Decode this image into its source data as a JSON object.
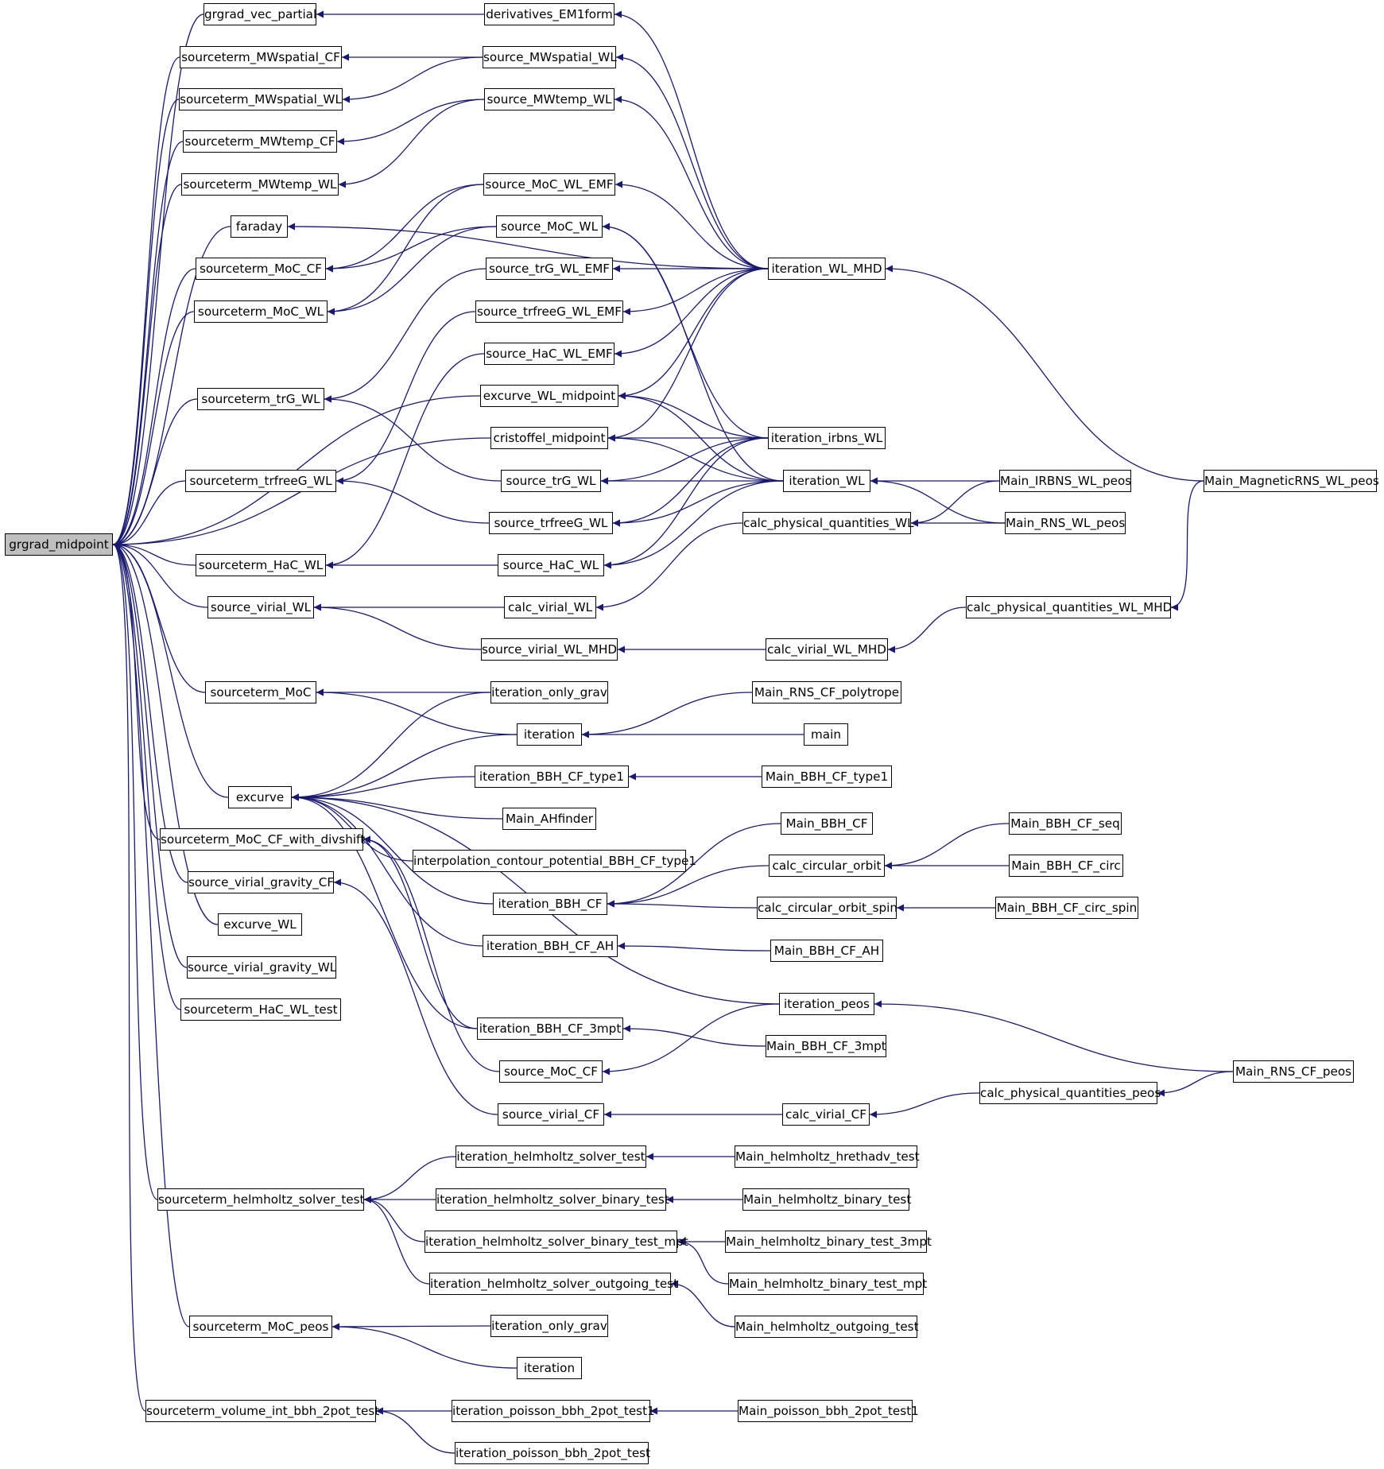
{
  "diagram": {
    "type": "call-graph",
    "direction": "right-to-left",
    "colors": {
      "edge": "#191970",
      "node_border": "#000000",
      "node_fill": "#ffffff",
      "root_fill": "#bfbfbf"
    },
    "nodes": {
      "grgrad_midpoint": "grgrad_midpoint",
      "grgrad_vec_partial": "grgrad_vec_partial",
      "sourceterm_MWspatial_CF": "sourceterm_MWspatial_CF",
      "sourceterm_MWspatial_WL": "sourceterm_MWspatial_WL",
      "sourceterm_MWtemp_CF": "sourceterm_MWtemp_CF",
      "sourceterm_MWtemp_WL": "sourceterm_MWtemp_WL",
      "faraday": "faraday",
      "sourceterm_MoC_CF": "sourceterm_MoC_CF",
      "sourceterm_MoC_WL": "sourceterm_MoC_WL",
      "sourceterm_trG_WL": "sourceterm_trG_WL",
      "sourceterm_trfreeG_WL": "sourceterm_trfreeG_WL",
      "sourceterm_HaC_WL": "sourceterm_HaC_WL",
      "source_virial_WL": "source_virial_WL",
      "sourceterm_MoC": "sourceterm_MoC",
      "excurve": "excurve",
      "sourceterm_MoC_CF_with_divshift": "sourceterm_MoC_CF_with_divshift",
      "source_virial_gravity_CF": "source_virial_gravity_CF",
      "excurve_WL": "excurve_WL",
      "source_virial_gravity_WL": "source_virial_gravity_WL",
      "sourceterm_HaC_WL_test": "sourceterm_HaC_WL_test",
      "sourceterm_helmholtz_solver_test": "sourceterm_helmholtz_solver_test",
      "sourceterm_MoC_peos": "sourceterm_MoC_peos",
      "sourceterm_volume_int_bbh_2pot_test": "sourceterm_volume_int_bbh_2pot_test",
      "derivatives_EM1form": "derivatives_EM1form",
      "source_MWspatial_WL": "source_MWspatial_WL",
      "source_MWtemp_WL": "source_MWtemp_WL",
      "source_MoC_WL_EMF": "source_MoC_WL_EMF",
      "source_MoC_WL": "source_MoC_WL",
      "source_trG_WL_EMF": "source_trG_WL_EMF",
      "source_trfreeG_WL_EMF": "source_trfreeG_WL_EMF",
      "source_HaC_WL_EMF": "source_HaC_WL_EMF",
      "excurve_WL_midpoint": "excurve_WL_midpoint",
      "cristoffel_midpoint": "cristoffel_midpoint",
      "source_trG_WL": "source_trG_WL",
      "source_trfreeG_WL": "source_trfreeG_WL",
      "source_HaC_WL": "source_HaC_WL",
      "calc_virial_WL": "calc_virial_WL",
      "source_virial_WL_MHD": "source_virial_WL_MHD",
      "iteration_only_grav": "iteration_only_grav",
      "iteration": "iteration",
      "iteration_BBH_CF_type1": "iteration_BBH_CF_type1",
      "Main_AHfinder": "Main_AHfinder",
      "interpolation_contour_potential_BBH_CF_type1": "interpolation_contour_potential_BBH_CF_type1",
      "iteration_BBH_CF": "iteration_BBH_CF",
      "iteration_BBH_CF_AH": "iteration_BBH_CF_AH",
      "iteration_BBH_CF_3mpt": "iteration_BBH_CF_3mpt",
      "source_MoC_CF": "source_MoC_CF",
      "source_virial_CF": "source_virial_CF",
      "iteration_helmholtz_solver_test": "iteration_helmholtz_solver_test",
      "iteration_helmholtz_solver_binary_test": "iteration_helmholtz_solver_binary_test",
      "iteration_helmholtz_solver_binary_test_mpt": "iteration_helmholtz_solver_binary_test_mpt",
      "iteration_helmholtz_solver_outgoing_test": "iteration_helmholtz_solver_outgoing_test",
      "iteration_only_grav_2": "iteration_only_grav",
      "iteration_2": "iteration",
      "iteration_poisson_bbh_2pot_test1": "iteration_poisson_bbh_2pot_test1",
      "iteration_poisson_bbh_2pot_test": "iteration_poisson_bbh_2pot_test",
      "iteration_WL_MHD": "iteration_WL_MHD",
      "iteration_irbns_WL": "iteration_irbns_WL",
      "iteration_WL": "iteration_WL",
      "calc_physical_quantities_WL": "calc_physical_quantities_WL",
      "calc_virial_WL_MHD": "calc_virial_WL_MHD",
      "Main_RNS_CF_polytrope": "Main_RNS_CF_polytrope",
      "main": "main",
      "Main_BBH_CF_type1": "Main_BBH_CF_type1",
      "Main_BBH_CF": "Main_BBH_CF",
      "calc_circular_orbit": "calc_circular_orbit",
      "calc_circular_orbit_spin": "calc_circular_orbit_spin",
      "Main_BBH_CF_AH": "Main_BBH_CF_AH",
      "iteration_peos": "iteration_peos",
      "Main_BBH_CF_3mpt": "Main_BBH_CF_3mpt",
      "calc_virial_CF": "calc_virial_CF",
      "Main_helmholtz_hrethadv_test": "Main_helmholtz_hrethadv_test",
      "Main_helmholtz_binary_test": "Main_helmholtz_binary_test",
      "Main_helmholtz_binary_test_3mpt": "Main_helmholtz_binary_test_3mpt",
      "Main_helmholtz_binary_test_mpt": "Main_helmholtz_binary_test_mpt",
      "Main_helmholtz_outgoing_test": "Main_helmholtz_outgoing_test",
      "Main_poisson_bbh_2pot_test1": "Main_poisson_bbh_2pot_test1",
      "Main_IRBNS_WL_peos": "Main_IRBNS_WL_peos",
      "Main_RNS_WL_peos": "Main_RNS_WL_peos",
      "Main_BBH_CF_seq": "Main_BBH_CF_seq",
      "Main_BBH_CF_circ": "Main_BBH_CF_circ",
      "calc_physical_quantities_WL_MHD": "calc_physical_quantities_WL_MHD",
      "calc_physical_quantities_peos": "calc_physical_quantities_peos",
      "Main_MagneticRNS_WL_peos": "Main_MagneticRNS_WL_peos",
      "Main_RNS_CF_peos": "Main_RNS_CF_peos"
    },
    "edges": [
      [
        "grgrad_vec_partial",
        "grgrad_midpoint"
      ],
      [
        "sourceterm_MWspatial_CF",
        "grgrad_midpoint"
      ],
      [
        "sourceterm_MWspatial_WL",
        "grgrad_midpoint"
      ],
      [
        "sourceterm_MWtemp_CF",
        "grgrad_midpoint"
      ],
      [
        "sourceterm_MWtemp_WL",
        "grgrad_midpoint"
      ],
      [
        "faraday",
        "grgrad_midpoint"
      ],
      [
        "sourceterm_MoC_CF",
        "grgrad_midpoint"
      ],
      [
        "sourceterm_MoC_WL",
        "grgrad_midpoint"
      ],
      [
        "sourceterm_trG_WL",
        "grgrad_midpoint"
      ],
      [
        "sourceterm_trfreeG_WL",
        "grgrad_midpoint"
      ],
      [
        "sourceterm_HaC_WL",
        "grgrad_midpoint"
      ],
      [
        "source_virial_WL",
        "grgrad_midpoint"
      ],
      [
        "sourceterm_MoC",
        "grgrad_midpoint"
      ],
      [
        "excurve",
        "grgrad_midpoint"
      ],
      [
        "sourceterm_MoC_CF_with_divshift",
        "grgrad_midpoint"
      ],
      [
        "source_virial_gravity_CF",
        "grgrad_midpoint"
      ],
      [
        "excurve_WL",
        "grgrad_midpoint"
      ],
      [
        "source_virial_gravity_WL",
        "grgrad_midpoint"
      ],
      [
        "sourceterm_HaC_WL_test",
        "grgrad_midpoint"
      ],
      [
        "sourceterm_helmholtz_solver_test",
        "grgrad_midpoint"
      ],
      [
        "sourceterm_MoC_peos",
        "grgrad_midpoint"
      ],
      [
        "sourceterm_volume_int_bbh_2pot_test",
        "grgrad_midpoint"
      ],
      [
        "excurve_WL_midpoint",
        "grgrad_midpoint"
      ],
      [
        "cristoffel_midpoint",
        "grgrad_midpoint"
      ],
      [
        "derivatives_EM1form",
        "grgrad_vec_partial"
      ],
      [
        "source_MWspatial_WL",
        "sourceterm_MWspatial_CF"
      ],
      [
        "source_MWspatial_WL",
        "sourceterm_MWspatial_WL"
      ],
      [
        "source_MWtemp_WL",
        "sourceterm_MWtemp_CF"
      ],
      [
        "source_MWtemp_WL",
        "sourceterm_MWtemp_WL"
      ],
      [
        "iteration_WL_MHD",
        "faraday"
      ],
      [
        "source_MoC_WL_EMF",
        "sourceterm_MoC_CF"
      ],
      [
        "source_MoC_WL",
        "sourceterm_MoC_CF"
      ],
      [
        "source_MoC_WL_EMF",
        "sourceterm_MoC_WL"
      ],
      [
        "source_MoC_WL",
        "sourceterm_MoC_WL"
      ],
      [
        "source_trG_WL_EMF",
        "sourceterm_trG_WL"
      ],
      [
        "source_trG_WL",
        "sourceterm_trG_WL"
      ],
      [
        "source_trfreeG_WL_EMF",
        "sourceterm_trfreeG_WL"
      ],
      [
        "source_trfreeG_WL",
        "sourceterm_trfreeG_WL"
      ],
      [
        "source_HaC_WL_EMF",
        "sourceterm_HaC_WL"
      ],
      [
        "source_HaC_WL",
        "sourceterm_HaC_WL"
      ],
      [
        "calc_virial_WL",
        "source_virial_WL"
      ],
      [
        "source_virial_WL_MHD",
        "source_virial_WL"
      ],
      [
        "iteration_only_grav",
        "sourceterm_MoC"
      ],
      [
        "iteration",
        "sourceterm_MoC"
      ],
      [
        "iteration_only_grav",
        "excurve"
      ],
      [
        "iteration",
        "excurve"
      ],
      [
        "iteration_BBH_CF_type1",
        "excurve"
      ],
      [
        "Main_AHfinder",
        "excurve"
      ],
      [
        "interpolation_contour_potential_BBH_CF_type1",
        "excurve"
      ],
      [
        "iteration_BBH_CF",
        "excurve"
      ],
      [
        "iteration_BBH_CF_AH",
        "excurve"
      ],
      [
        "iteration_BBH_CF_3mpt",
        "excurve"
      ],
      [
        "iteration_peos",
        "excurve"
      ],
      [
        "iteration_BBH_CF_3mpt",
        "sourceterm_MoC_CF_with_divshift"
      ],
      [
        "source_MoC_CF",
        "sourceterm_MoC_CF_with_divshift"
      ],
      [
        "source_virial_CF",
        "source_virial_gravity_CF"
      ],
      [
        "iteration_helmholtz_solver_test",
        "sourceterm_helmholtz_solver_test"
      ],
      [
        "iteration_helmholtz_solver_binary_test",
        "sourceterm_helmholtz_solver_test"
      ],
      [
        "iteration_helmholtz_solver_binary_test_mpt",
        "sourceterm_helmholtz_solver_test"
      ],
      [
        "iteration_helmholtz_solver_outgoing_test",
        "sourceterm_helmholtz_solver_test"
      ],
      [
        "iteration_only_grav_2",
        "sourceterm_MoC_peos"
      ],
      [
        "iteration_2",
        "sourceterm_MoC_peos"
      ],
      [
        "iteration_poisson_bbh_2pot_test1",
        "sourceterm_volume_int_bbh_2pot_test"
      ],
      [
        "iteration_poisson_bbh_2pot_test",
        "sourceterm_volume_int_bbh_2pot_test"
      ],
      [
        "iteration_WL_MHD",
        "derivatives_EM1form"
      ],
      [
        "iteration_WL_MHD",
        "source_MWspatial_WL"
      ],
      [
        "iteration_WL_MHD",
        "source_MWtemp_WL"
      ],
      [
        "iteration_WL_MHD",
        "source_MoC_WL_EMF"
      ],
      [
        "iteration_WL_MHD",
        "source_trG_WL_EMF"
      ],
      [
        "iteration_WL_MHD",
        "source_trfreeG_WL_EMF"
      ],
      [
        "iteration_WL_MHD",
        "source_HaC_WL_EMF"
      ],
      [
        "iteration_WL_MHD",
        "excurve_WL_midpoint"
      ],
      [
        "iteration_WL_MHD",
        "cristoffel_midpoint"
      ],
      [
        "iteration_irbns_WL",
        "source_MoC_WL"
      ],
      [
        "iteration_WL",
        "source_MoC_WL"
      ],
      [
        "iteration_irbns_WL",
        "excurve_WL_midpoint"
      ],
      [
        "iteration_WL",
        "excurve_WL_midpoint"
      ],
      [
        "iteration_irbns_WL",
        "cristoffel_midpoint"
      ],
      [
        "iteration_WL",
        "cristoffel_midpoint"
      ],
      [
        "iteration_irbns_WL",
        "source_trG_WL"
      ],
      [
        "iteration_WL",
        "source_trG_WL"
      ],
      [
        "iteration_irbns_WL",
        "source_trfreeG_WL"
      ],
      [
        "iteration_WL",
        "source_trfreeG_WL"
      ],
      [
        "iteration_irbns_WL",
        "source_HaC_WL"
      ],
      [
        "iteration_WL",
        "source_HaC_WL"
      ],
      [
        "calc_physical_quantities_WL",
        "calc_virial_WL"
      ],
      [
        "calc_virial_WL_MHD",
        "source_virial_WL_MHD"
      ],
      [
        "Main_RNS_CF_polytrope",
        "iteration"
      ],
      [
        "main",
        "iteration"
      ],
      [
        "Main_BBH_CF_type1",
        "iteration_BBH_CF_type1"
      ],
      [
        "Main_BBH_CF",
        "iteration_BBH_CF"
      ],
      [
        "calc_circular_orbit",
        "iteration_BBH_CF"
      ],
      [
        "calc_circular_orbit_spin",
        "iteration_BBH_CF"
      ],
      [
        "Main_BBH_CF_AH",
        "iteration_BBH_CF_AH"
      ],
      [
        "Main_BBH_CF_3mpt",
        "iteration_BBH_CF_3mpt"
      ],
      [
        "iteration_peos",
        "source_MoC_CF"
      ],
      [
        "calc_virial_CF",
        "source_virial_CF"
      ],
      [
        "Main_helmholtz_hrethadv_test",
        "iteration_helmholtz_solver_test"
      ],
      [
        "Main_helmholtz_binary_test",
        "iteration_helmholtz_solver_binary_test"
      ],
      [
        "Main_helmholtz_binary_test_3mpt",
        "iteration_helmholtz_solver_binary_test_mpt"
      ],
      [
        "Main_helmholtz_binary_test_mpt",
        "iteration_helmholtz_solver_binary_test_mpt"
      ],
      [
        "Main_helmholtz_outgoing_test",
        "iteration_helmholtz_solver_outgoing_test"
      ],
      [
        "Main_poisson_bbh_2pot_test1",
        "iteration_poisson_bbh_2pot_test1"
      ],
      [
        "Main_MagneticRNS_WL_peos",
        "iteration_WL_MHD"
      ],
      [
        "Main_IRBNS_WL_peos",
        "iteration_WL"
      ],
      [
        "Main_RNS_WL_peos",
        "iteration_WL"
      ],
      [
        "Main_IRBNS_WL_peos",
        "calc_physical_quantities_WL"
      ],
      [
        "Main_RNS_WL_peos",
        "calc_physical_quantities_WL"
      ],
      [
        "calc_physical_quantities_WL_MHD",
        "calc_virial_WL_MHD"
      ],
      [
        "Main_BBH_CF_seq",
        "calc_circular_orbit"
      ],
      [
        "Main_BBH_CF_circ",
        "calc_circular_orbit"
      ],
      [
        "Main_BBH_CF_circ_spin",
        "calc_circular_orbit_spin"
      ],
      [
        "Main_RNS_CF_peos",
        "iteration_peos"
      ],
      [
        "calc_physical_quantities_peos",
        "calc_virial_CF"
      ],
      [
        "Main_MagneticRNS_WL_peos",
        "calc_physical_quantities_WL_MHD"
      ],
      [
        "Main_RNS_CF_peos",
        "calc_physical_quantities_peos"
      ]
    ],
    "extra_nodes": {
      "Main_BBH_CF_circ_spin": "Main_BBH_CF_circ_spin"
    }
  }
}
